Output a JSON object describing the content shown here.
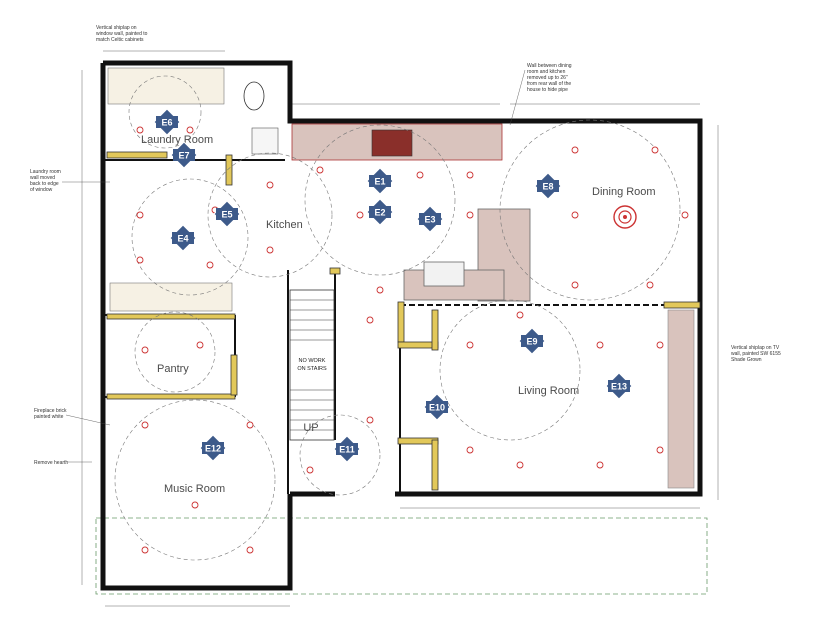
{
  "rooms": {
    "laundry": "Laundry Room",
    "kitchen": "Kitchen",
    "dining": "Dining Room",
    "pantry": "Pantry",
    "living": "Living Room",
    "music": "Music Room"
  },
  "stairs": {
    "note_line1": "NO WORK",
    "note_line2": "ON STAIRS",
    "up": "UP"
  },
  "tags": [
    "E1",
    "E2",
    "E3",
    "E4",
    "E5",
    "E6",
    "E7",
    "E8",
    "E9",
    "E10",
    "E11",
    "E12",
    "E13"
  ],
  "notes": {
    "shiplap_window": [
      "Vertical shiplap on",
      "window wall, painted to",
      "match Celtic cabinets"
    ],
    "laundry_wall": [
      "Laundry room",
      "wall moved",
      "back to edge",
      "of window"
    ],
    "dining_wall": [
      "Wall between dining",
      "room and kitchen",
      "removed up to 26\"",
      "from rear wall of the",
      "house to hide pipe"
    ],
    "tv_wall": [
      "Vertical shiplap on TV",
      "wall, painted SW 6155",
      "Shade Grown"
    ],
    "fireplace": [
      "Fireplace brick",
      "painted white"
    ],
    "hearth": [
      "Remove hearth"
    ]
  },
  "colors": {
    "wall": "#111111",
    "cabinet": "#e2c85a",
    "tag": "#3d5a8a",
    "light": "#cc3333",
    "counter": "#d9c3bd"
  }
}
